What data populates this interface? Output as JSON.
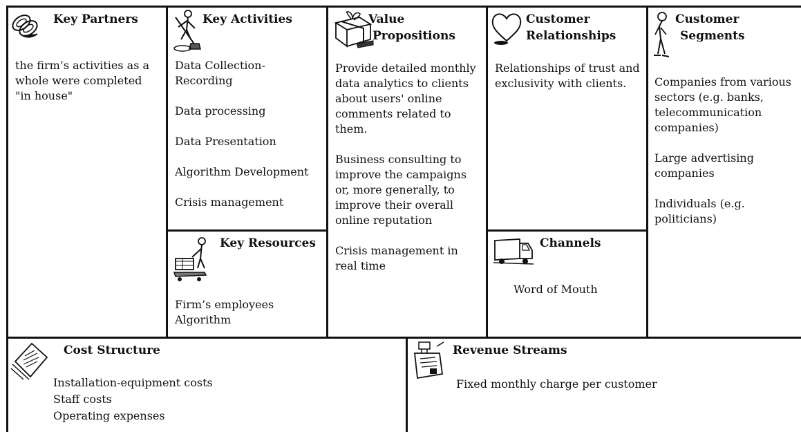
{
  "key_partners": {
    "title": "Key Partners",
    "icon": "chain-link-icon",
    "lines": [
      "the firm’s activities as a",
      "whole were completed",
      "\"in house\""
    ]
  },
  "key_activities": {
    "title": "Key Activities",
    "icon": "worker-digging-icon",
    "items": [
      "Data Collection-",
      "Recording",
      "Data processing",
      "Data Presentation",
      "Algorithm Development",
      "Crisis management"
    ]
  },
  "key_resources": {
    "title": "Key Resources",
    "icon": "worker-with-cart-icon",
    "items": [
      "Firm’s employees",
      "Algorithm"
    ]
  },
  "value_propositions": {
    "title_line1": "Value",
    "title_line2": "Propositions",
    "icon": "gift-box-icon",
    "block1": [
      "Provide detailed monthly",
      "data analytics to clients",
      "about users' online",
      "comments related to",
      "them."
    ],
    "block2": [
      "Business consulting to",
      "improve the campaigns",
      "or, more generally, to",
      "improve their overall",
      "online reputation"
    ],
    "block3": [
      "Crisis management in",
      "real time"
    ]
  },
  "customer_relationships": {
    "title_line1": "Customer",
    "title_line2": "Relationships",
    "icon": "heart-icon",
    "lines": [
      "Relationships of trust and",
      "exclusivity  with clients."
    ]
  },
  "channels": {
    "title": "Channels",
    "icon": "truck-icon",
    "text": "Word of Mouth"
  },
  "customer_segments": {
    "title_line1": "Customer",
    "title_line2": "Segments",
    "icon": "person-icon",
    "block1": [
      "Companies from various",
      "sectors (e.g. banks,",
      "telecommunication",
      "companies)"
    ],
    "block2": [
      "Large advertising",
      "companies"
    ],
    "block3": [
      "Individuals (e.g.",
      "politicians)"
    ]
  },
  "cost_structure": {
    "title": "Cost Structure",
    "icon": "receipt-icon",
    "lines": [
      "Installation-equipment costs",
      "Staff costs",
      "Operating expenses"
    ]
  },
  "revenue_streams": {
    "title": "Revenue Streams",
    "icon": "cash-register-icon",
    "text": "Fixed monthly charge per customer"
  }
}
